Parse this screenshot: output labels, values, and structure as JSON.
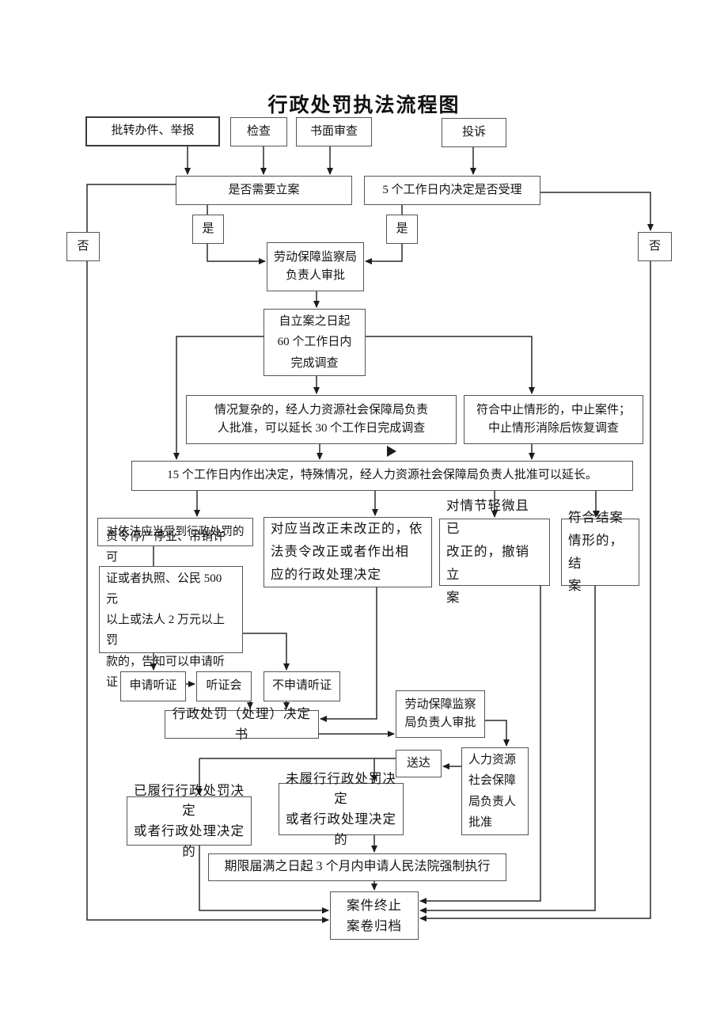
{
  "title": "行政处罚执法流程图",
  "labels": {
    "yes": "是",
    "no": "否"
  },
  "nodes": {
    "referral": "批转办件、举报",
    "inspection": "检查",
    "written_review": "书面审查",
    "complaint": "投诉",
    "need_case": "是否需要立案",
    "accept_5days": "5 个工作日内决定是否受理",
    "bureau_approval_1": "劳动保障监察局\n负责人审批",
    "investigation_60": "自立案之日起\n60 个工作日内\n完成调查",
    "complex_extend": "情况复杂的，经人力资源社会保障局负责\n人批准，可以延长 30 个工作日完成调查",
    "suspend": "符合中止情形的，中止案件；\n中止情形消除后恢复调查",
    "decision_15": "15 个工作日内作出决定，特殊情况，经人力资源社会保障局负责人批准可以延长。",
    "should_punish": "对依法应当受到行政处罚的",
    "order_correct": "对应当改正未改正的，依\n法责令改正或者作出相\n应的行政处理决定",
    "withdraw_case": "对情节轻微且已\n改正的，撤销立\n案",
    "close_case": "符合结案\n情形的，结\n案",
    "hearing_notice": "责令停产停业、吊销许可\n证或者执照、公民 500 元\n以上或法人 2 万元以上罚\n款的，告知可以申请听证",
    "apply_hearing": "申请听证",
    "hearing": "听证会",
    "no_hearing": "不申请听证",
    "decision_doc": "行政处罚（处理）决定书",
    "bureau_approval_2": "劳动保障监察\n局负责人审批",
    "delivery": "送达",
    "hr_approval": "人力资源\n社会保障\n局负责人\n批准",
    "performed": "已履行行政处罚决定\n或者行政处理决定的",
    "not_performed": "未履行行政处罚决定\n或者行政处理决定的",
    "court_enforce": "期限届满之日起 3 个月内申请人民法院强制执行",
    "end_archive": "案件终止\n案卷归档"
  },
  "edges": [
    [
      "referral",
      "need_case"
    ],
    [
      "inspection",
      "need_case"
    ],
    [
      "written_review",
      "need_case"
    ],
    [
      "complaint",
      "accept_5days"
    ],
    [
      "need_case",
      "yes_left"
    ],
    [
      "yes_left",
      "bureau_approval_1"
    ],
    [
      "accept_5days",
      "yes_right"
    ],
    [
      "yes_right",
      "bureau_approval_1"
    ],
    [
      "need_case",
      "no_left"
    ],
    [
      "no_left",
      "end_archive"
    ],
    [
      "accept_5days",
      "no_right"
    ],
    [
      "no_right",
      "end_archive"
    ],
    [
      "bureau_approval_1",
      "investigation_60"
    ],
    [
      "investigation_60",
      "complex_extend"
    ],
    [
      "investigation_60",
      "suspend"
    ],
    [
      "investigation_60",
      "decision_15"
    ],
    [
      "complex_extend",
      "decision_15"
    ],
    [
      "suspend",
      "decision_15"
    ],
    [
      "decision_15",
      "should_punish"
    ],
    [
      "decision_15",
      "order_correct"
    ],
    [
      "decision_15",
      "withdraw_case"
    ],
    [
      "decision_15",
      "close_case"
    ],
    [
      "should_punish",
      "hearing_notice"
    ],
    [
      "hearing_notice",
      "apply_hearing"
    ],
    [
      "hearing_notice",
      "no_hearing"
    ],
    [
      "apply_hearing",
      "hearing"
    ],
    [
      "hearing",
      "decision_doc"
    ],
    [
      "no_hearing",
      "decision_doc"
    ],
    [
      "order_correct",
      "decision_doc"
    ],
    [
      "decision_doc",
      "bureau_approval_2"
    ],
    [
      "bureau_approval_2",
      "hr_approval"
    ],
    [
      "hr_approval",
      "delivery"
    ],
    [
      "delivery",
      "performed"
    ],
    [
      "delivery",
      "not_performed"
    ],
    [
      "not_performed",
      "court_enforce"
    ],
    [
      "court_enforce",
      "end_archive"
    ],
    [
      "performed",
      "end_archive"
    ],
    [
      "withdraw_case",
      "end_archive"
    ],
    [
      "close_case",
      "end_archive"
    ]
  ]
}
